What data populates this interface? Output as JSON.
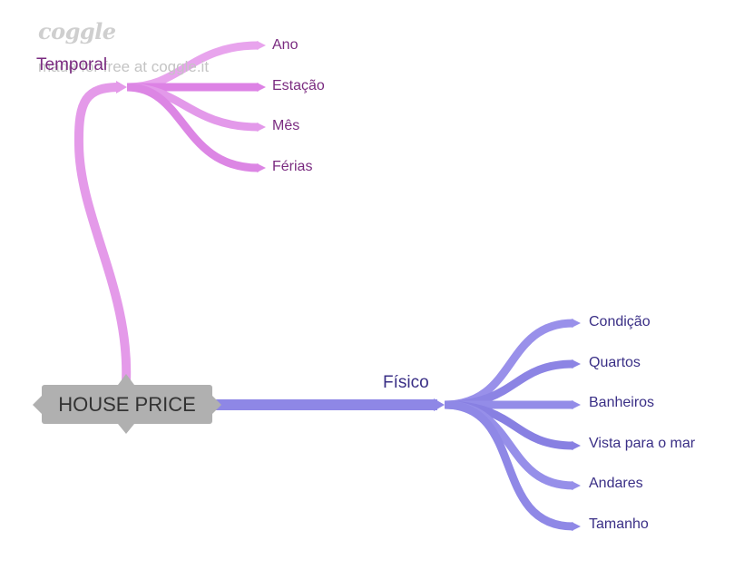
{
  "watermark": {
    "logo": "coggle",
    "text": "made for free at coggle.it"
  },
  "root": {
    "label": "HOUSE PRICE"
  },
  "branches": [
    {
      "label": "Temporal",
      "color": "#e08ae8",
      "text_color": "#7a2b80",
      "children": [
        "Ano",
        "Estação",
        "Mês",
        "Férias"
      ]
    },
    {
      "label": "Físico",
      "color": "#8e87e6",
      "text_color": "#3a2f86",
      "children": [
        "Condição",
        "Quartos",
        "Banheiros",
        "Vista para o mar",
        "Andares",
        "Tamanho"
      ]
    }
  ],
  "colors": {
    "root_fill": "#b0b0b0",
    "root_text": "#333333",
    "watermark": "#c4c4c4"
  }
}
